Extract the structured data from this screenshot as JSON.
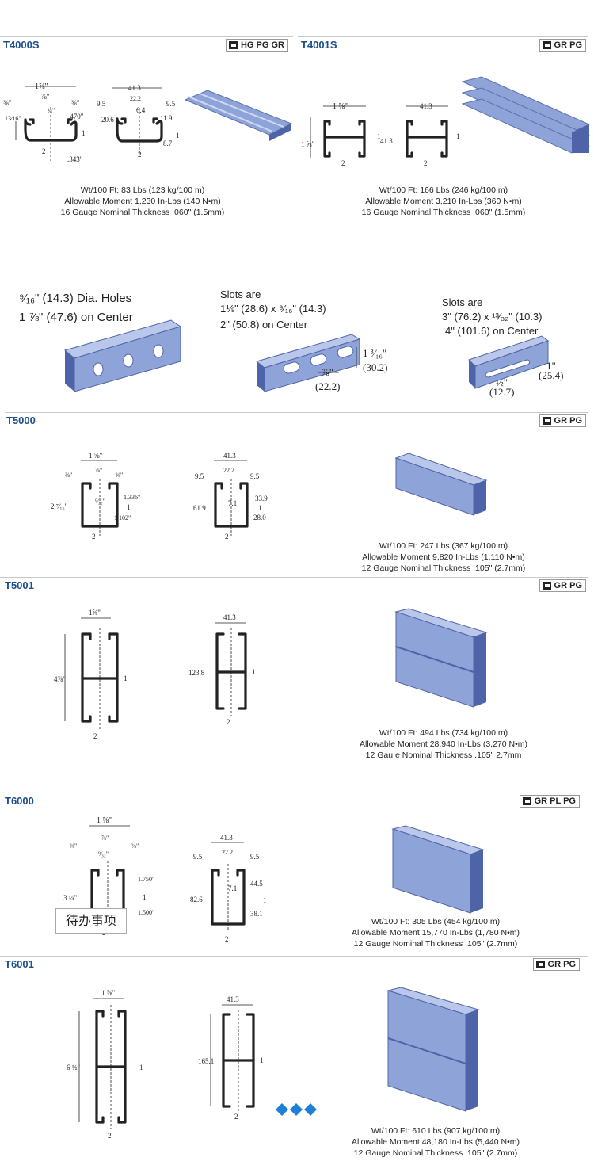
{
  "sections": {
    "t4000s": {
      "title": "T4000S",
      "badge": "HG PG GR",
      "imperial": {
        "total": "1⅝\"",
        "left": "⅜\"",
        "mid": "⅞\"",
        "right": "⅜\"",
        "lip": "¼\"",
        "h1": "13⁄16\"",
        "dimA": ".470\"",
        "dimB": ".343\"",
        "axisX": "1",
        "axisY": "2"
      },
      "metric": {
        "total": "41.3",
        "left": "9.5",
        "mid": "22.2",
        "right": "9.5",
        "lip": "6.4",
        "h1": "20.6",
        "dimA": "11.9",
        "dimB": "8.7",
        "axisX": "1",
        "axisY": "2"
      },
      "specs": [
        "Wt/100 Ft: 83 Lbs (123 kg/100 m)",
        "Allowable Moment  1,230 In-Lbs (140 N•m)",
        "16 Gauge Nominal Thickness .060\" (1.5mm)"
      ]
    },
    "t4001s": {
      "title": "T4001S",
      "badge": "GR PG",
      "imperial": {
        "total": "1 ⅝\"",
        "height": "1 ⅝\"",
        "axisX": "1",
        "axisY": "2"
      },
      "metric": {
        "total": "41.3",
        "height": "41.3",
        "axisX": "1",
        "axisY": "2"
      },
      "specs": [
        "Wt/100 Ft: 166 Lbs (246 kg/100 m)",
        "Allowable Moment  3,210 In-Lbs (360 N•m)",
        "16 Gauge Nominal Thickness .060\" (1.5mm)"
      ]
    },
    "holes": {
      "h1": {
        "line1": "⁹⁄₁₆\" (14.3) Dia. Holes",
        "line2": "1 ⅞\" (47.6) on Center"
      },
      "h2": {
        "line1": "Slots are",
        "line2": "1⅛\" (28.6) x ⁹⁄₁₆\" (14.3)",
        "line3": "2\" (50.8) on Center",
        "dimA": "1 ³⁄₁₆\"",
        "dimA2": "(30.2)",
        "dimB": "⅞\"",
        "dimB2": "(22.2)"
      },
      "h3": {
        "line1": "Slots are",
        "line2": "3\" (76.2) x ¹³⁄₃₂\" (10.3)",
        "line3": "4\" (101.6) on Center",
        "dimA": "1\"",
        "dimA2": "(25.4)",
        "dimB": "½\"",
        "dimB2": "(12.7)"
      }
    },
    "t5000": {
      "title": "T5000",
      "badge": "GR PG",
      "imperial": {
        "total": "1 ⅝\"",
        "left": "⅜\"",
        "mid": "⅞\"",
        "right": "⅜\"",
        "lip": "⁹⁄₃₂\"",
        "height": "2 ⁷⁄₁₆\"",
        "upper": "1.336\"",
        "lower": "1.102\"",
        "axisX": "1",
        "axisY": "2"
      },
      "metric": {
        "total": "41.3",
        "left": "9.5",
        "mid": "22.2",
        "right": "9.5",
        "lip": "7.1",
        "height": "61.9",
        "upper": "33.9",
        "lower": "28.0",
        "axisX": "1",
        "axisY": "2"
      },
      "specs": [
        "Wt/100 Ft:  247 Lbs (367 kg/100 m)",
        "Allowable Moment 9,820 In-Lbs (1,110 N•m)",
        "12 Gauge Nominal Thickness .105\" (2.7mm)"
      ]
    },
    "t5001": {
      "title": "T5001",
      "badge": "GR PG",
      "imperial": {
        "total": "1⅝\"",
        "height": "4⅞\"",
        "axisX": "1",
        "axisY": "2"
      },
      "metric": {
        "total": "41.3",
        "height": "123.8",
        "axisX": "1",
        "axisY": "2"
      },
      "specs": [
        "Wt/100 Ft:  494 Lbs (734 kg/100 m)",
        "Allowable Moment 28,940 In-Lbs (3,270 N•m)",
        "12 Gau  e Nominal Thickness .105\"  2.7mm"
      ]
    },
    "t6000": {
      "title": "T6000",
      "badge": "GR PL PG",
      "imperial": {
        "total": "1 ⅝\"",
        "left": "⅜\"",
        "mid": "⅞\"",
        "right": "⅜\"",
        "lip": "⁹⁄₃₂\"",
        "height": "3 ¼\"",
        "upper": "1.750\"",
        "lower": "1.500\"",
        "axisX": "1",
        "axisY": "2"
      },
      "metric": {
        "total": "41.3",
        "left": "9.5",
        "mid": "22.2",
        "right": "9.5",
        "lip": "7.1",
        "height": "82.6",
        "upper": "44.5",
        "lower": "38.1",
        "axisX": "1",
        "axisY": "2"
      },
      "specs": [
        "Wt/100 Ft: 305 Lbs (454 kg/100 m)",
        "Allowable Moment 15,770 In-Lbs (1,780 N•m)",
        "12 Gauge Nominal Thickness .105\" (2.7mm)"
      ]
    },
    "t6001": {
      "title": "T6001",
      "badge": "GR PG",
      "imperial": {
        "total": "1 ⅝\"",
        "height": "6 ½\"",
        "axisX": "1",
        "axisY": "2"
      },
      "metric": {
        "total": "41.3",
        "height": "165.1",
        "axisX": "1",
        "axisY": "2"
      },
      "specs": [
        "Wt/100 Ft: 610 Lbs (907 kg/100 m)",
        "Allowable Moment 48,180 In-Lbs (5,440 N•m)",
        "12 Gauge Nominal Thickness .105\" (2.7mm)"
      ]
    }
  },
  "popup": {
    "label": "待办事项"
  },
  "colors": {
    "title": "#1b4f8c",
    "steel": "#8ea4d8",
    "steel_dark": "#4f63a8",
    "diamond": "#1e7fd6"
  }
}
